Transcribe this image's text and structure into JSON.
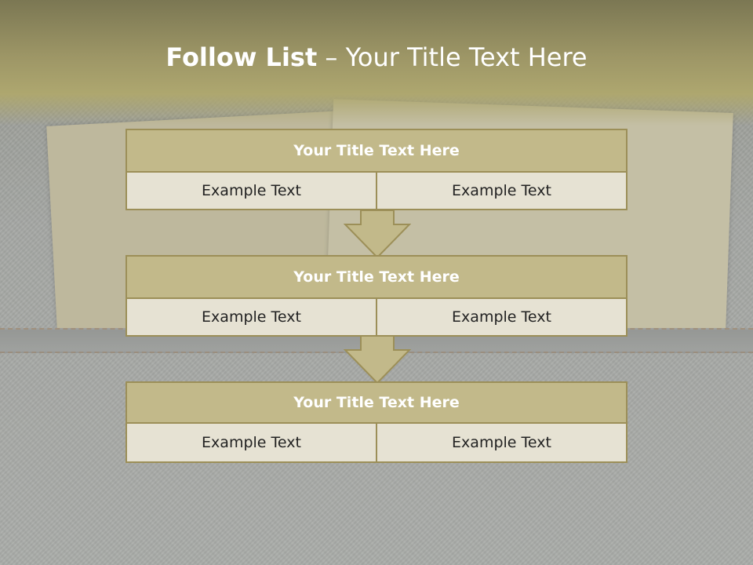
{
  "title": {
    "bold": "Follow List",
    "rest": "– Your Title Text Here"
  },
  "blocks": [
    {
      "heading": "Your Title Text Here",
      "left": "Example Text",
      "right": "Example Text"
    },
    {
      "heading": "Your Title Text Here",
      "left": "Example Text",
      "right": "Example Text"
    },
    {
      "heading": "Your Title Text Here",
      "left": "Example Text",
      "right": "Example Text"
    }
  ],
  "colors": {
    "header_fill": "#c2b98a",
    "border": "#9c8f58",
    "cell_fill": "#e6e2d3",
    "arrow_fill": "#c2b98a"
  }
}
